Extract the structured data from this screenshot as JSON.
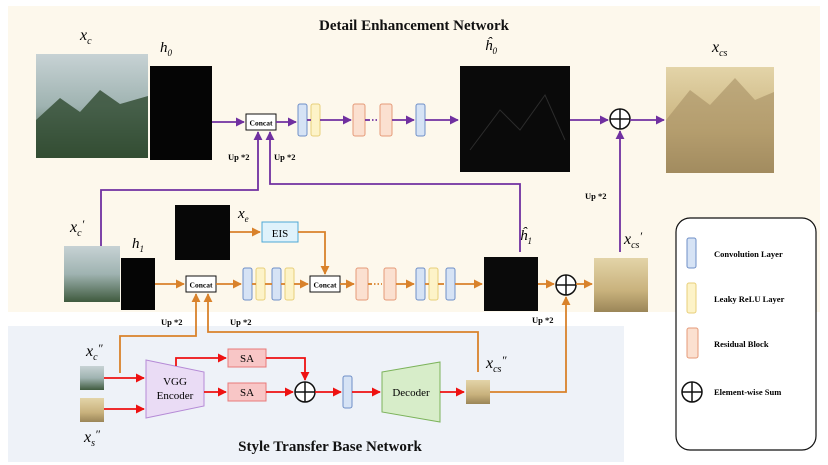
{
  "regions": {
    "top_title": "Detail Enhancement Network",
    "bottom_title": "Style Transfer Base Network"
  },
  "nodes": {
    "concat_top": "Concat",
    "concat_mid1": "Concat",
    "concat_mid2": "Concat",
    "eis": "EIS",
    "sa1": "SA",
    "sa2": "SA",
    "vgg_line1": "VGG",
    "vgg_line2": "Encoder",
    "decoder": "Decoder"
  },
  "labels": {
    "up2": "Up *2"
  },
  "legend": {
    "conv": "Convolution Layer",
    "leaky": "Leaky ReLU Layer",
    "residual": "Residual Block",
    "sum": "Element-wise Sum"
  },
  "colors": {
    "top_bg": "#fdf8ec",
    "bottom_bg": "#eef2f8",
    "purple": "#7030a0",
    "orange": "#d9822b",
    "red": "#ee1111",
    "conv_fill": "#d6e3f5",
    "conv_stroke": "#6f8fc7",
    "leaky_fill": "#fdf3c8",
    "leaky_stroke": "#e8cf7a",
    "res_fill": "#fbe0d0",
    "res_stroke": "#e59a78",
    "eis_fill": "#dff2fb",
    "eis_stroke": "#4ea8d6",
    "sa_fill": "#f8c6c6",
    "sa_stroke": "#e87a7a",
    "vgg_fill": "#eadcf5",
    "vgg_stroke": "#b58ad6",
    "dec_fill": "#d7edc9",
    "dec_stroke": "#7cb35b"
  }
}
